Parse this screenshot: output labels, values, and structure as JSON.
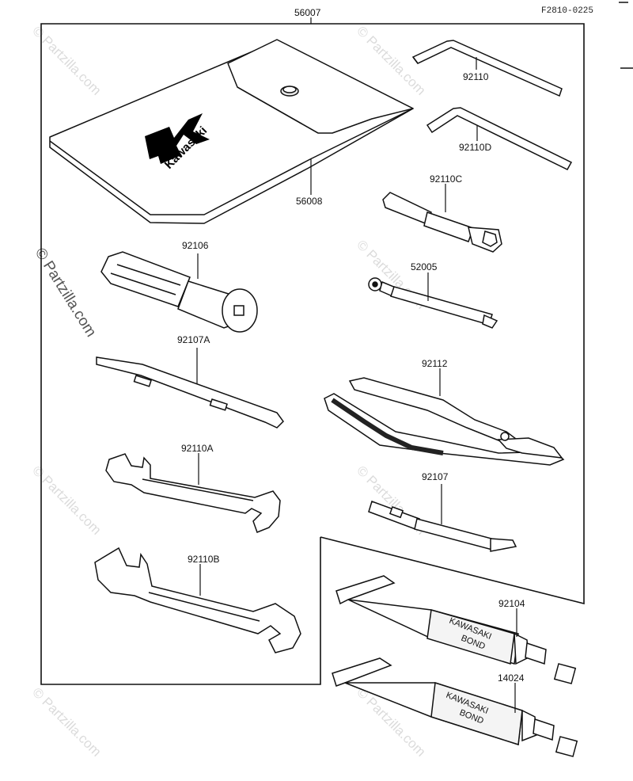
{
  "figure_code": "F2810-0225",
  "watermark": "© Partzilla.com",
  "logo": {
    "brand": "Kawasaki"
  },
  "tube_print": {
    "line1": "KAWASAKI",
    "line2": "BOND"
  },
  "parts": {
    "p56007": "56007",
    "p56008": "56008",
    "p92110": "92110",
    "p92110D": "92110D",
    "p92110C": "92110C",
    "p92106": "92106",
    "p52005": "52005",
    "p92107A": "92107A",
    "p92112": "92112",
    "p92110A": "92110A",
    "p92107": "92107",
    "p92110B": "92110B",
    "p92104": "92104",
    "p14024": "14024"
  }
}
